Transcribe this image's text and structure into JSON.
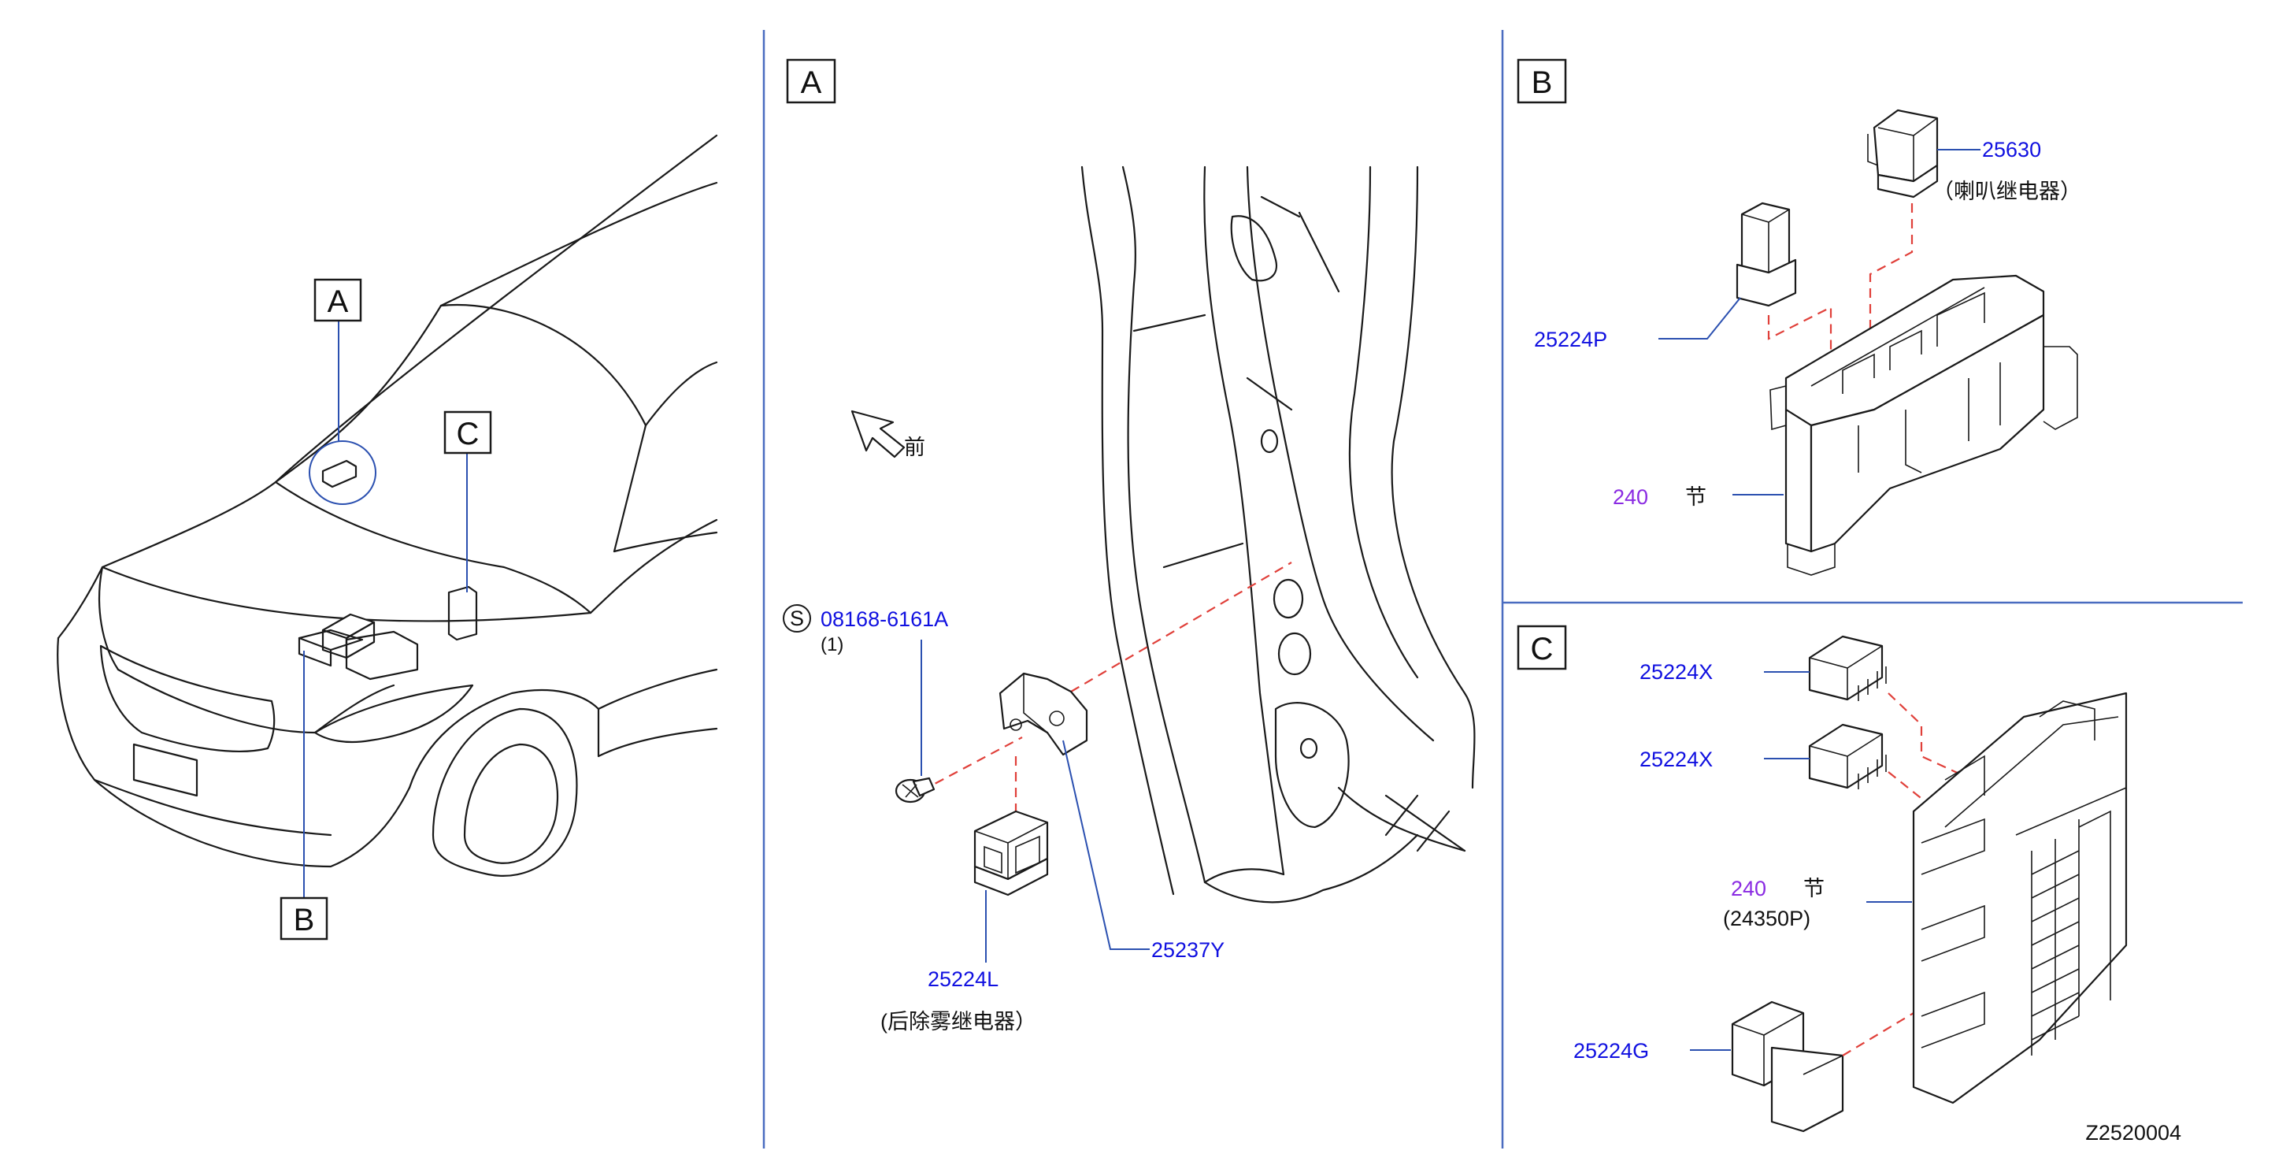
{
  "overview": {
    "label_a": "A",
    "label_b": "B",
    "label_c": "C"
  },
  "panel_a": {
    "title": "A",
    "front_label": "前",
    "screw_symbol": "S",
    "screw_part": "08168-6161A",
    "screw_qty": "(1)",
    "bracket_part": "25237Y",
    "relay_part": "25224L",
    "relay_desc": "(后除雾继电器）"
  },
  "panel_b": {
    "title": "B",
    "horn_relay_part": "25630",
    "horn_relay_desc": "（喇叭继电器）",
    "relay_part": "25224P",
    "block_ref": "240",
    "block_ref_suffix": "节"
  },
  "panel_c": {
    "title": "C",
    "relay1_part": "25224X",
    "relay2_part": "25224X",
    "block_ref": "240",
    "block_ref_suffix": "节",
    "block_part": "(24350P)",
    "relay3_part": "25224G"
  },
  "diagram_code": "Z2520004",
  "colors": {
    "part_number": "#1010e0",
    "section_ref": "#8a2be2",
    "leader_line": "#2b50b0",
    "phantom_line": "#e0403a"
  }
}
